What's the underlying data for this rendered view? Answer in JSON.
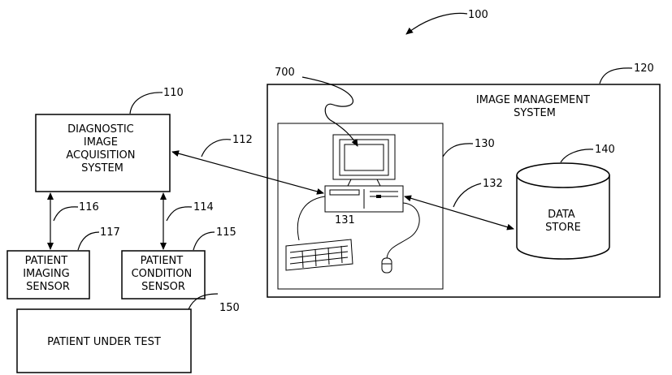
{
  "refs": {
    "system": "100",
    "acquisition": "110",
    "link_112": "112",
    "link_114": "114",
    "condition_sensor": "115",
    "link_116": "116",
    "imaging_sensor": "117",
    "management": "120",
    "workstation": "130",
    "computer": "131",
    "link_132": "132",
    "data_store": "140",
    "patient": "150",
    "display": "700"
  },
  "labels": {
    "acquisition": [
      "DIAGNOSTIC",
      "IMAGE",
      "ACQUISITION",
      "SYSTEM"
    ],
    "management": [
      "IMAGE MANAGEMENT",
      "SYSTEM"
    ],
    "data_store": [
      "DATA",
      "STORE"
    ],
    "imaging_sensor": [
      "PATIENT",
      "IMAGING",
      "SENSOR"
    ],
    "condition_sensor": [
      "PATIENT",
      "CONDITION",
      "SENSOR"
    ],
    "patient": "PATIENT UNDER TEST"
  }
}
